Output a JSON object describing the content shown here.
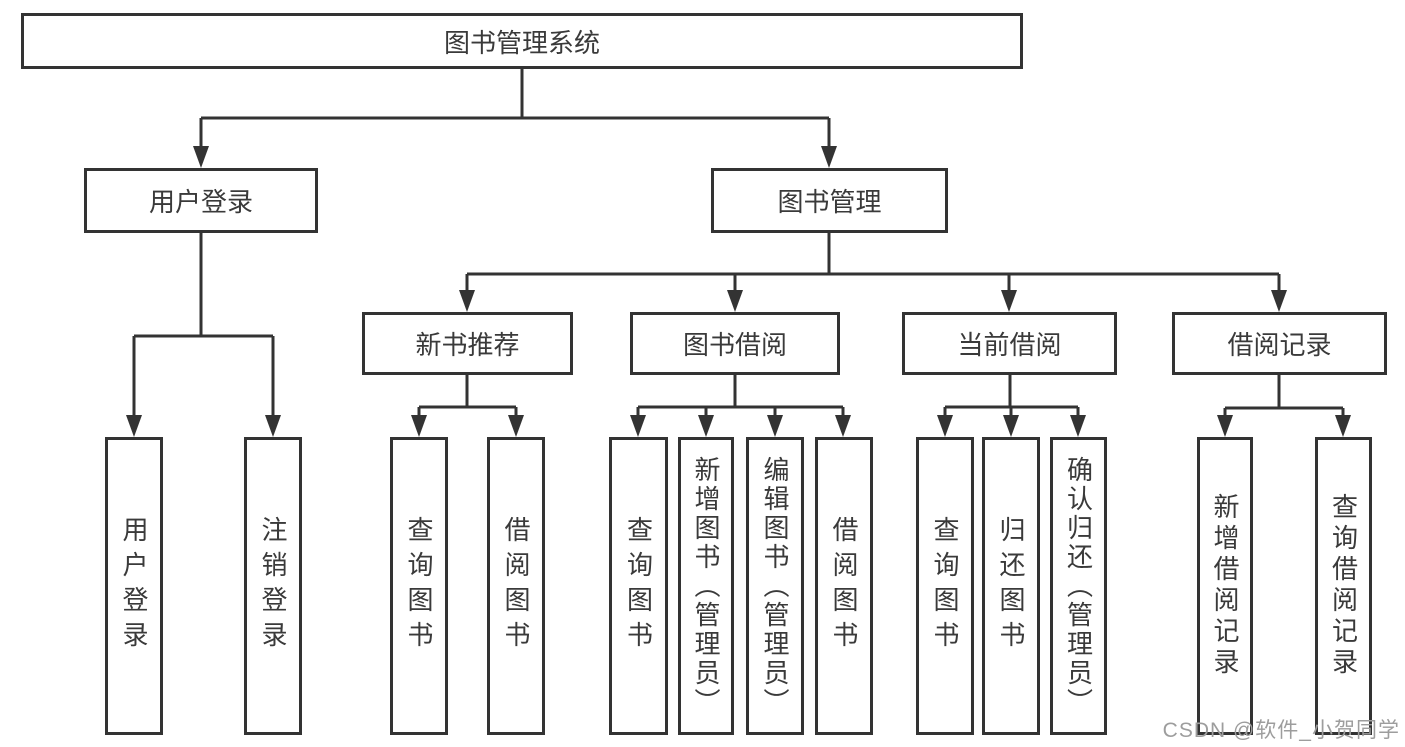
{
  "diagram": {
    "title": "图书管理系统",
    "root": {
      "label": "图书管理系统"
    },
    "branches": [
      {
        "label": "用户登录",
        "children": [
          "用户登录",
          "注销登录"
        ]
      },
      {
        "label": "图书管理",
        "children": [
          "新书推荐",
          "图书借阅",
          "当前借阅",
          "借阅记录"
        ]
      }
    ],
    "modules": [
      {
        "label": "新书推荐",
        "children": [
          "查询图书",
          "借阅图书"
        ]
      },
      {
        "label": "图书借阅",
        "children": [
          "查询图书",
          "新增图书（管理员）",
          "编辑图书（管理员）",
          "借阅图书"
        ]
      },
      {
        "label": "当前借阅",
        "children": [
          "查询图书",
          "归还图书",
          "确认归还（管理员）"
        ]
      },
      {
        "label": "借阅记录",
        "children": [
          "新增借阅记录",
          "查询借阅记录"
        ]
      }
    ],
    "leaves": [
      {
        "label": "用户登录",
        "parent": "用户登录"
      },
      {
        "label": "注销登录",
        "parent": "用户登录"
      },
      {
        "label": "查询图书",
        "parent": "新书推荐"
      },
      {
        "label": "借阅图书",
        "parent": "新书推荐"
      },
      {
        "label": "查询图书",
        "parent": "图书借阅"
      },
      {
        "label": "新增图书（管理员）",
        "parent": "图书借阅"
      },
      {
        "label": "编辑图书（管理员）",
        "parent": "图书借阅"
      },
      {
        "label": "借阅图书",
        "parent": "图书借阅"
      },
      {
        "label": "查询图书",
        "parent": "当前借阅"
      },
      {
        "label": "归还图书",
        "parent": "当前借阅"
      },
      {
        "label": "确认归还（管理员）",
        "parent": "当前借阅"
      },
      {
        "label": "新增借阅记录",
        "parent": "借阅记录"
      },
      {
        "label": "查询借阅记录",
        "parent": "借阅记录"
      }
    ],
    "watermark": "CSDN @软件_小贺同学",
    "colors": {
      "line": "#333333",
      "box_border": "#333333",
      "text": "#3a3a3a",
      "watermark": "#9d9d9d",
      "background": "#ffffff"
    }
  }
}
